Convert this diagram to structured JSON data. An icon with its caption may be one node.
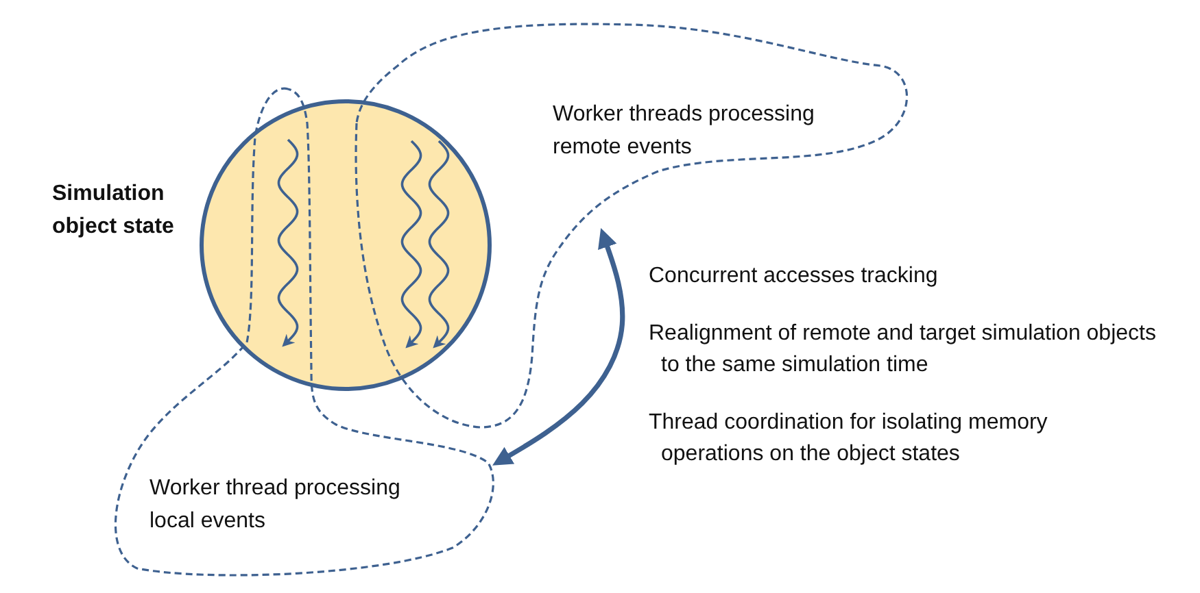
{
  "diagram": {
    "nodes": [
      {
        "text": [
          "Simulation object state"
        ]
      },
      {
        "text": [
          "Worker threads processing remote events"
        ]
      },
      {
        "text": [
          "Worker thread processing local events"
        ]
      }
    ],
    "edges": [
      {
        "from": 1,
        "to": 2,
        "arrow": "both"
      }
    ],
    "labels": [
      "Concurrent accesses tracking",
      "Realignment of remote and target simulation objects to the same simulation time",
      "Thread coordination for isolating memory operations on the object states"
    ]
  }
}
